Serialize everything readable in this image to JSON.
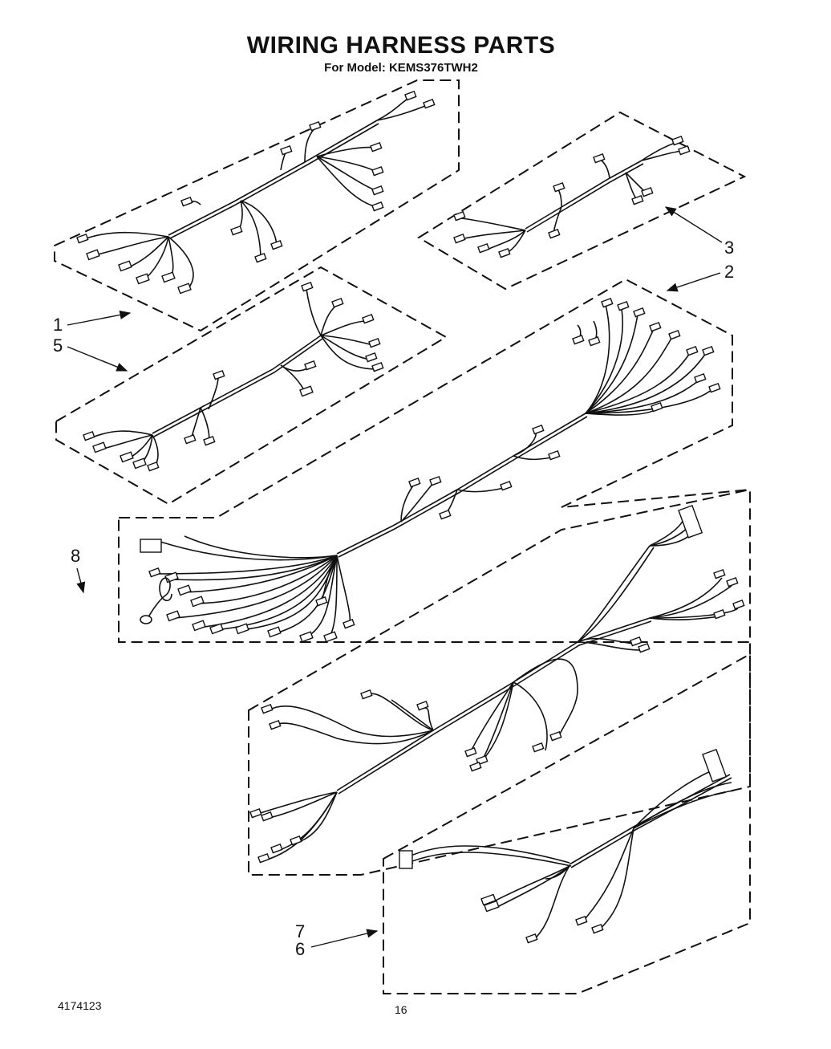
{
  "header": {
    "title": "WIRING HARNESS PARTS",
    "model_line": "For Model: KEMS376TWH2"
  },
  "callouts": [
    {
      "id": "1",
      "label": "1"
    },
    {
      "id": "5",
      "label": "5"
    },
    {
      "id": "3",
      "label": "3"
    },
    {
      "id": "2",
      "label": "2"
    },
    {
      "id": "8",
      "label": "8"
    },
    {
      "id": "7",
      "label": "7"
    },
    {
      "id": "6",
      "label": "6"
    }
  ],
  "footer": {
    "doc_number": "4174123",
    "page_number": "16"
  },
  "colors": {
    "ink": "#111111",
    "background": "#ffffff"
  }
}
